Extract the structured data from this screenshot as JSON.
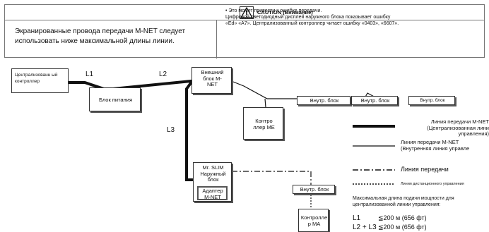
{
  "caution": {
    "title": "CAUTION (Внимание)",
    "left_text": "Экранированные провода передачи M-NET следует использовать ниже максимальной длины линии.",
    "right_lines": [
      "• Это может привести к ошибке передачи.",
      "Цифровой светодиодный дисплей наружного блока показывает ошибку",
      "«Ed» «A7». Централизованный контроллер читает ошибку «0403», «6607»."
    ]
  },
  "diagram": {
    "central_controller": "Централизованн ый контроллер",
    "power_block": "Блок питания",
    "outdoor_unit": [
      "Внешний",
      "блок M-",
      "NET"
    ],
    "indoor_units": [
      "Внутр. блок",
      "Внутр. блок",
      "Внутр. блок"
    ],
    "me_controller": [
      "Контро",
      "ллер ME"
    ],
    "slim_unit": [
      "Mr. SLIM",
      "Наружный",
      "блок"
    ],
    "mnet_adapter": [
      "Адаптер",
      "M-NET"
    ],
    "indoor_unit_lower": "Внутр. блок",
    "ma_controller": [
      "Контролле",
      "р MA"
    ],
    "line_labels": {
      "l1": "L1",
      "l2": "L2",
      "l3": "L3"
    }
  },
  "legend": {
    "central_line": [
      "Линия передачи M-NET",
      "(Централизованная лини",
      "управления)"
    ],
    "indoor_line": [
      "Линия передачи M-NET",
      "(Внутренняя линия управле"
    ],
    "transmission_line": "Линия передачи",
    "remote_line": "Линия дистанционного управления"
  },
  "max_length": {
    "heading": [
      "Максимальная длина подачи мощности для",
      "централизованной линии управления:"
    ],
    "l1_label": "L1",
    "l1_value": "≦200 м (656 фт)",
    "l2l3_label": "L2 + L3",
    "l2l3_value": "≦200 м (656 фт)"
  }
}
